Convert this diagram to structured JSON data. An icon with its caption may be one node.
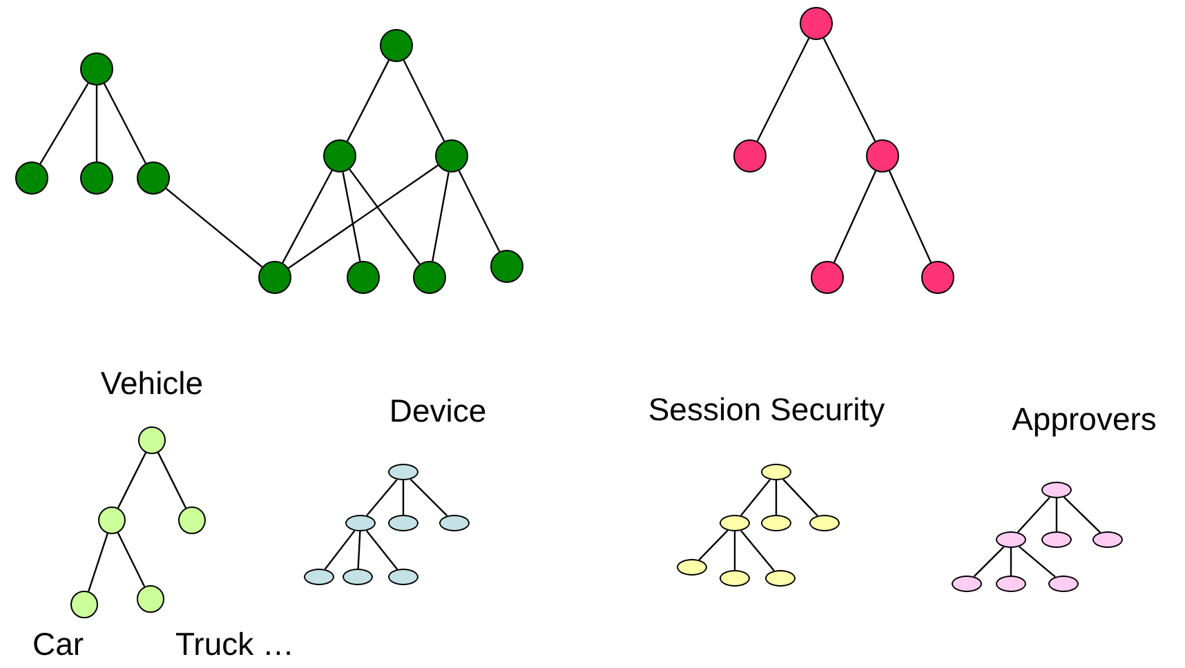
{
  "diagram": {
    "nodes": [
      {
        "text": [],
        "shape": "circle"
      },
      {
        "text": [],
        "shape": "circle"
      },
      {
        "text": [],
        "shape": "circle"
      },
      {
        "text": [],
        "shape": "circle"
      },
      {
        "text": [],
        "shape": "circle"
      },
      {
        "text": [],
        "shape": "circle"
      },
      {
        "text": [],
        "shape": "circle"
      },
      {
        "text": [],
        "shape": "circle"
      },
      {
        "text": [],
        "shape": "circle"
      },
      {
        "text": [],
        "shape": "circle"
      },
      {
        "text": [],
        "shape": "circle"
      },
      {
        "text": [],
        "shape": "circle"
      },
      {
        "text": [],
        "shape": "circle"
      },
      {
        "text": [],
        "shape": "circle"
      },
      {
        "text": [],
        "shape": "circle"
      },
      {
        "text": [],
        "shape": "circle"
      },
      {
        "text": [],
        "shape": "circle"
      },
      {
        "text": [],
        "shape": "circle"
      },
      {
        "text": [],
        "shape": "circle"
      },
      {
        "text": [],
        "shape": "circle"
      },
      {
        "text": [],
        "shape": "circle"
      },
      {
        "text": [],
        "shape": "ellipse"
      },
      {
        "text": [],
        "shape": "ellipse"
      },
      {
        "text": [],
        "shape": "ellipse"
      },
      {
        "text": [],
        "shape": "ellipse"
      },
      {
        "text": [],
        "shape": "ellipse"
      },
      {
        "text": [],
        "shape": "ellipse"
      },
      {
        "text": [],
        "shape": "ellipse"
      },
      {
        "text": [],
        "shape": "ellipse"
      },
      {
        "text": [],
        "shape": "ellipse"
      },
      {
        "text": [],
        "shape": "ellipse"
      },
      {
        "text": [],
        "shape": "ellipse"
      },
      {
        "text": [],
        "shape": "ellipse"
      },
      {
        "text": [],
        "shape": "ellipse"
      },
      {
        "text": [],
        "shape": "ellipse"
      },
      {
        "text": [],
        "shape": "ellipse"
      },
      {
        "text": [],
        "shape": "ellipse"
      },
      {
        "text": [],
        "shape": "ellipse"
      },
      {
        "text": [],
        "shape": "ellipse"
      },
      {
        "text": [],
        "shape": "ellipse"
      },
      {
        "text": [],
        "shape": "ellipse"
      },
      {
        "text": [],
        "shape": "ellipse"
      }
    ],
    "edges": [
      {
        "from": 0,
        "to": 1,
        "arrow": "none"
      },
      {
        "from": 0,
        "to": 2,
        "arrow": "none"
      },
      {
        "from": 0,
        "to": 3,
        "arrow": "none"
      },
      {
        "from": 3,
        "to": 7,
        "arrow": "none"
      },
      {
        "from": 4,
        "to": 5,
        "arrow": "none"
      },
      {
        "from": 4,
        "to": 6,
        "arrow": "none"
      },
      {
        "from": 5,
        "to": 7,
        "arrow": "none"
      },
      {
        "from": 5,
        "to": 8,
        "arrow": "none"
      },
      {
        "from": 5,
        "to": 9,
        "arrow": "none"
      },
      {
        "from": 6,
        "to": 7,
        "arrow": "none"
      },
      {
        "from": 6,
        "to": 9,
        "arrow": "none"
      },
      {
        "from": 6,
        "to": 10,
        "arrow": "none"
      },
      {
        "from": 11,
        "to": 12,
        "arrow": "none"
      },
      {
        "from": 11,
        "to": 13,
        "arrow": "none"
      },
      {
        "from": 13,
        "to": 14,
        "arrow": "none"
      },
      {
        "from": 13,
        "to": 15,
        "arrow": "none"
      },
      {
        "from": 16,
        "to": 17,
        "arrow": "none"
      },
      {
        "from": 16,
        "to": 18,
        "arrow": "none"
      },
      {
        "from": 17,
        "to": 19,
        "arrow": "none"
      },
      {
        "from": 17,
        "to": 20,
        "arrow": "none"
      },
      {
        "from": 21,
        "to": 22,
        "arrow": "none"
      },
      {
        "from": 21,
        "to": 23,
        "arrow": "none"
      },
      {
        "from": 21,
        "to": 24,
        "arrow": "none"
      },
      {
        "from": 22,
        "to": 25,
        "arrow": "none"
      },
      {
        "from": 22,
        "to": 26,
        "arrow": "none"
      },
      {
        "from": 22,
        "to": 27,
        "arrow": "none"
      },
      {
        "from": 28,
        "to": 29,
        "arrow": "none"
      },
      {
        "from": 28,
        "to": 30,
        "arrow": "none"
      },
      {
        "from": 28,
        "to": 31,
        "arrow": "none"
      },
      {
        "from": 29,
        "to": 32,
        "arrow": "none"
      },
      {
        "from": 29,
        "to": 33,
        "arrow": "none"
      },
      {
        "from": 29,
        "to": 34,
        "arrow": "none"
      },
      {
        "from": 35,
        "to": 36,
        "arrow": "none"
      },
      {
        "from": 35,
        "to": 37,
        "arrow": "none"
      },
      {
        "from": 35,
        "to": 38,
        "arrow": "none"
      },
      {
        "from": 36,
        "to": 39,
        "arrow": "none"
      },
      {
        "from": 36,
        "to": 40,
        "arrow": "none"
      },
      {
        "from": 36,
        "to": 41,
        "arrow": "none"
      }
    ],
    "labels": [
      "Vehicle",
      "Device",
      "Session Security",
      "Approvers",
      "Car",
      "Truck …"
    ]
  }
}
